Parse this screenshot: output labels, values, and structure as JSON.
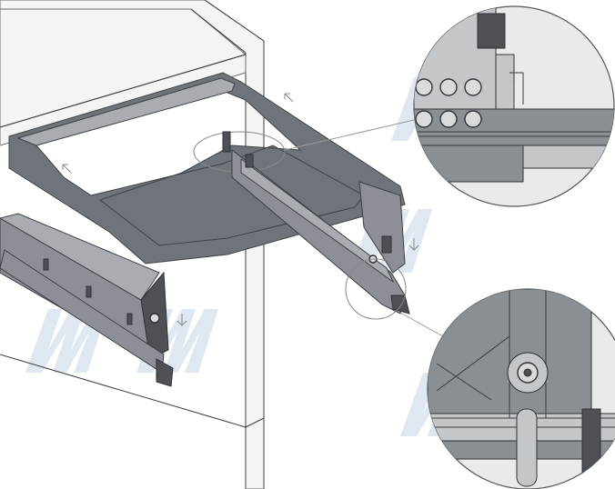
{
  "diagram": {
    "watermark_text": "MFM",
    "palette": {
      "cabinet": "#f4f4f4",
      "frame": "#6f747a",
      "rail": "#8c9096",
      "outline": "#3f4347",
      "watermark": "#dfe7f0"
    },
    "parts": [
      "cabinet",
      "drawer-frame",
      "left-runner",
      "right-runner",
      "mounting-clip",
      "detail-callout-top",
      "detail-callout-bottom"
    ],
    "icons": [
      "arrow-up-left-icon",
      "arrow-down-icon"
    ]
  }
}
